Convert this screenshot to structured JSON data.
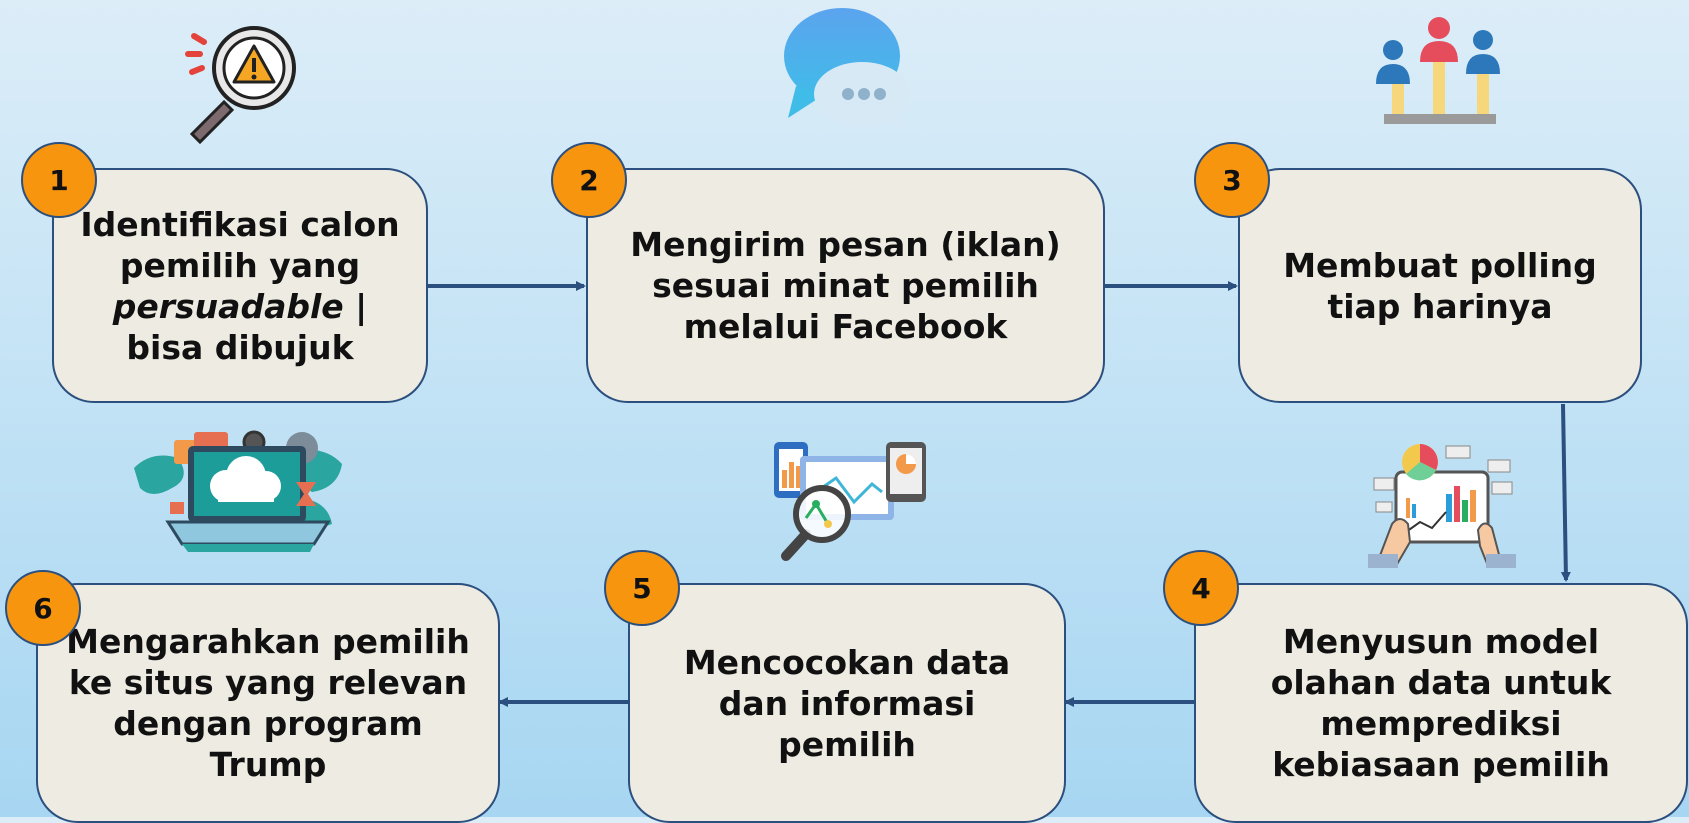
{
  "steps": [
    {
      "number": "1",
      "lines": [
        "Identifikasi calon",
        "pemilih yang"
      ],
      "italic": "persuadable",
      "after": " |",
      "last": "bisa dibujuk"
    },
    {
      "number": "2",
      "text": "Mengirim pesan (iklan)\nsesuai minat pemilih\nmelalui Facebook"
    },
    {
      "number": "3",
      "text": "Membuat polling\ntiap harinya"
    },
    {
      "number": "4",
      "text": "Menyusun model\nolahan data untuk\nmemprediksi\nkebiasaan pemilih"
    },
    {
      "number": "5",
      "text": "Mencocokan data\ndan informasi\npemilih"
    },
    {
      "number": "6",
      "text": "Mengarahkan pemilih\nke situs yang relevan\ndengan program\nTrump"
    }
  ],
  "icons": [
    "magnifier-warning-icon",
    "chat-bubble-icon",
    "poll-people-icon",
    "tablet-analytics-icon",
    "data-match-icon",
    "cloud-laptop-icon"
  ],
  "colors": {
    "badge": "#f7950f",
    "box": "#eeebe2",
    "border": "#2b4f7e",
    "arrow": "#2b4f7e"
  }
}
